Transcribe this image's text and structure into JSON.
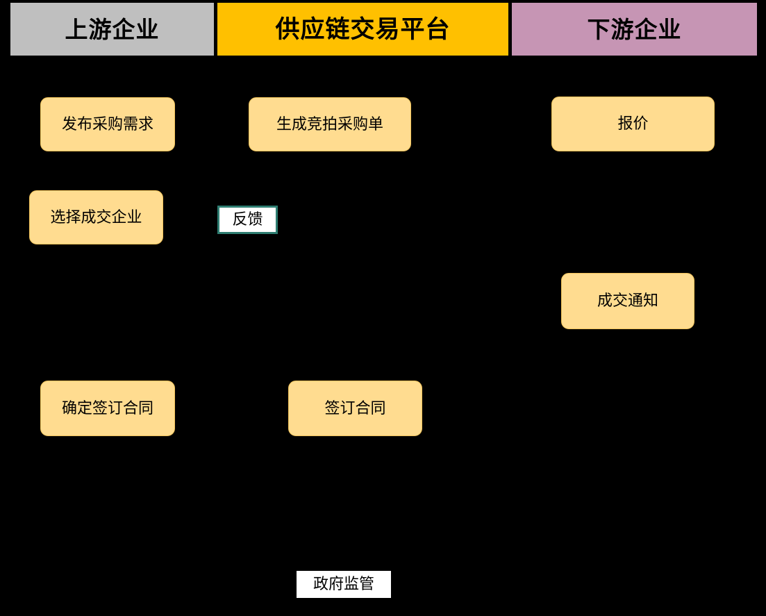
{
  "diagram": {
    "background_color": "#000000",
    "type": "swimlane-flow-diagram",
    "lanes": [
      {
        "id": "upstream",
        "label": "上游企业",
        "color": "#bfbfbf"
      },
      {
        "id": "platform",
        "label": "供应链交易平台",
        "color": "#ffc000"
      },
      {
        "id": "downstream",
        "label": "下游企业",
        "color": "#c695b4"
      }
    ],
    "nodes": [
      {
        "id": "purchase-demand",
        "label": "发布采购需求",
        "lane": "upstream",
        "style": "rounded-orange",
        "fill": "#ffdc90",
        "border": "#f2c35a"
      },
      {
        "id": "generate-order",
        "label": "生成竞拍采购单",
        "lane": "platform",
        "style": "rounded-orange",
        "fill": "#ffdc90",
        "border": "#f2c35a"
      },
      {
        "id": "quote",
        "label": "报价",
        "lane": "downstream",
        "style": "rounded-orange",
        "fill": "#ffdc90",
        "border": "#f2c35a"
      },
      {
        "id": "select-enterprise",
        "label": "选择成交企业",
        "lane": "upstream",
        "style": "rounded-orange",
        "fill": "#ffdc90",
        "border": "#f2c35a"
      },
      {
        "id": "feedback",
        "label": "反馈",
        "lane": "platform",
        "style": "bordered-white",
        "fill": "#ffffff",
        "border": "#2e7d71"
      },
      {
        "id": "deal-notice",
        "label": "成交通知",
        "lane": "downstream",
        "style": "rounded-orange",
        "fill": "#ffdc90",
        "border": "#f2c35a"
      },
      {
        "id": "confirm-contract",
        "label": "确定签订合同",
        "lane": "upstream",
        "style": "rounded-orange",
        "fill": "#ffdc90",
        "border": "#f2c35a"
      },
      {
        "id": "sign-contract",
        "label": "签订合同",
        "lane": "platform",
        "style": "rounded-orange",
        "fill": "#ffdc90",
        "border": "#f2c35a"
      },
      {
        "id": "gov-supervision",
        "label": "政府监管",
        "lane": "platform",
        "style": "plain-white",
        "fill": "#ffffff",
        "border": "none"
      }
    ]
  }
}
